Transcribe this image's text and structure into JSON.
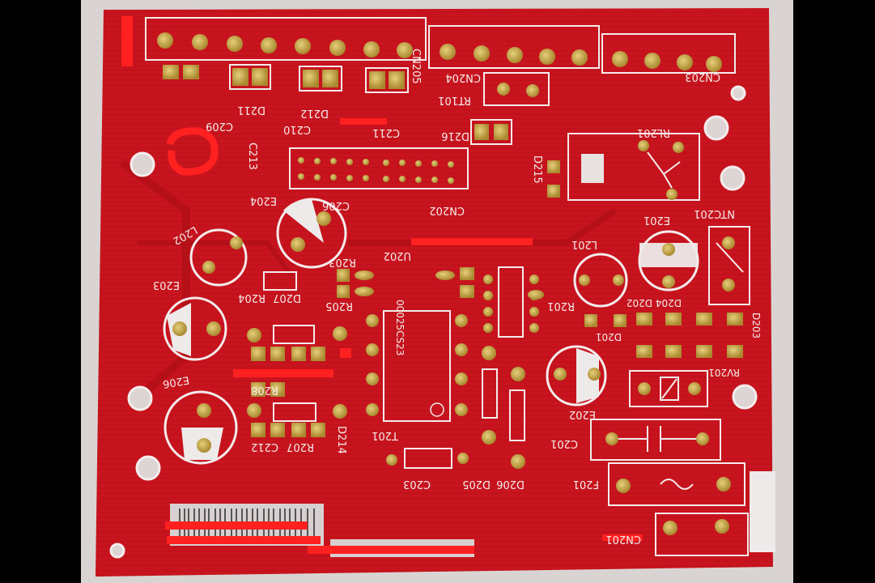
{
  "labels": {
    "cn203": "CN203",
    "cn204": "CN204",
    "cn205": "CN205",
    "cn202": "CN202",
    "cn201": "CN201",
    "rt101": "RT101",
    "d216": "D216",
    "rl201": "RL201",
    "d215": "D215",
    "ntc201": "NTC201",
    "e201": "E201",
    "l201": "L201",
    "r201": "R201",
    "d202": "D202",
    "d204": "D204",
    "d203": "D203",
    "d201": "D201",
    "rv201": "RV201",
    "c209": "C209",
    "c210": "C210",
    "c211": "C211",
    "c213": "C213",
    "d211": "D211",
    "d212": "D212",
    "e204": "E204",
    "c206": "C206",
    "l202": "L202",
    "u202": "U202",
    "r203": "R203",
    "e203": "E203",
    "r204": "R204",
    "d207": "D207",
    "r205": "R205",
    "e206": "E206",
    "r208": "R208",
    "r207": "R207",
    "c212": "C212",
    "d214": "D214",
    "t201": "T201",
    "chip_text": "00025CS23",
    "c203": "C203",
    "d205": "D205",
    "d206": "D206",
    "e202": "E202",
    "c201": "C201",
    "f201": "F201"
  },
  "colors": {
    "background": "#000000",
    "board": "#c8141e",
    "silkscreen": "#f4ecec",
    "pad": "#c9a94a",
    "redaction": "#ff2020"
  },
  "icons": {
    "relay": "relay-symbol-icon",
    "fuse": "fuse-symbol-icon",
    "varistor": "varistor-symbol-icon"
  }
}
